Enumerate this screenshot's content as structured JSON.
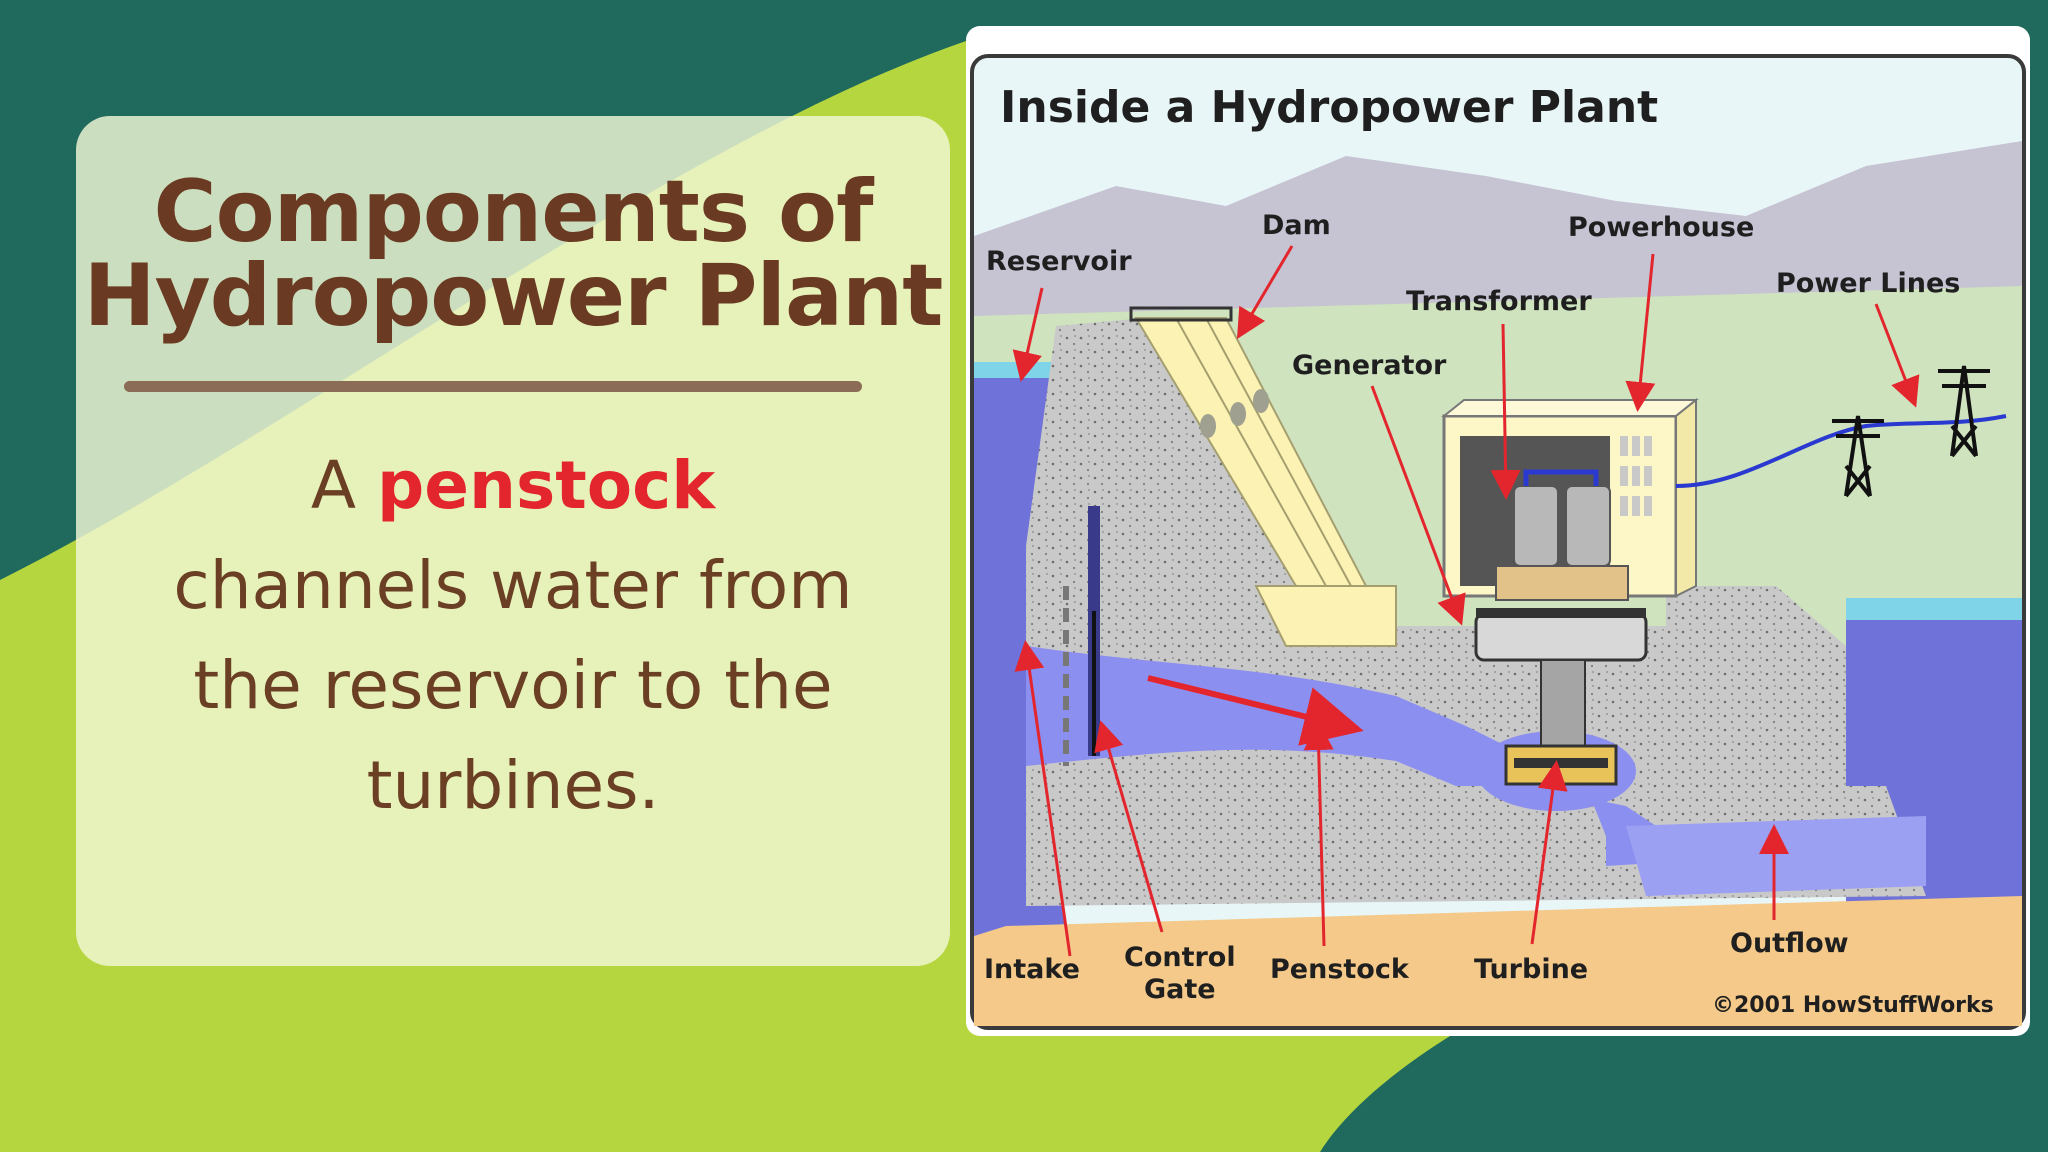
{
  "slide": {
    "title_line1": "Components of",
    "title_line2": "Hydropower Plant",
    "body_prefix": "A ",
    "body_highlight": "penstock",
    "body_line2": "channels water from",
    "body_line3": "the reservoir to the",
    "body_line4": "turbines."
  },
  "diagram": {
    "title": "Inside a Hydropower Plant",
    "labels": {
      "reservoir": "Reservoir",
      "dam": "Dam",
      "transformer": "Transformer",
      "powerhouse": "Powerhouse",
      "power_lines": "Power Lines",
      "generator": "Generator",
      "intake": "Intake",
      "control1": "Control",
      "control2": "Gate",
      "penstock": "Penstock",
      "turbine": "Turbine",
      "outflow": "Outflow"
    },
    "copyright": "©2001 HowStuffWorks"
  },
  "colors": {
    "background": "#1f6a5c",
    "accent_green": "#b5d63f",
    "title": "#6b3a22",
    "highlight": "#e3262d"
  }
}
